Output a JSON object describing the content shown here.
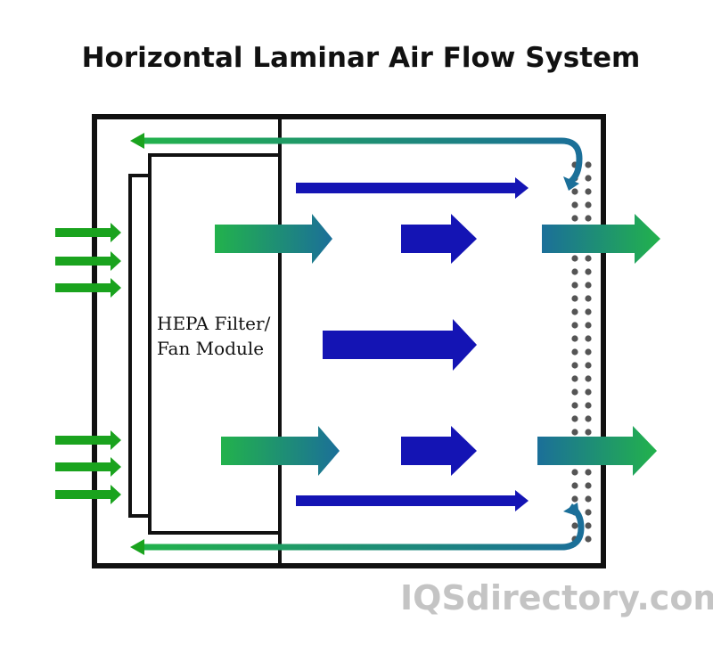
{
  "title": "Horizontal Laminar Air Flow System",
  "filter_label_line1": "HEPA Filter/",
  "filter_label_line2": "Fan Module",
  "watermark": "IQSdirectory.com",
  "colors": {
    "intake_green": "#1aa31e",
    "flow_blue": "#1414b4",
    "teal": "#1b6f99",
    "exit_green": "#22b24c",
    "outline": "#111111",
    "perforation": "#555555"
  },
  "icons": [
    "intake-arrow-icon",
    "airflow-arrow-icon",
    "exhaust-arrow-icon",
    "recirculation-arrow-icon",
    "perforated-panel"
  ]
}
